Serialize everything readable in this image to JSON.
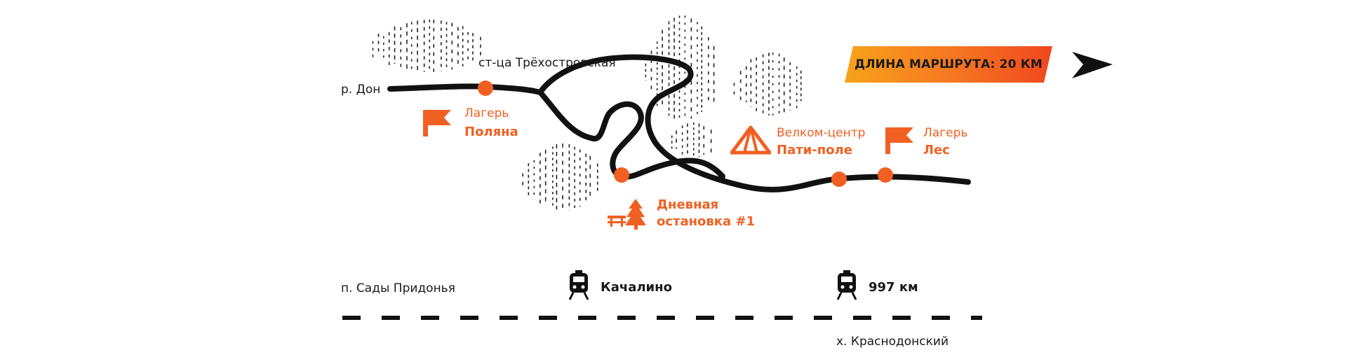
{
  "river": {
    "label": "р. Дон"
  },
  "places": {
    "stanitsa": "ст-ца Трёхостровская",
    "sady": "п. Сады Придонья",
    "krasnodonsky": "х. Краснодонский"
  },
  "points": [
    {
      "kind": "camp",
      "line1": "Лагерь",
      "line2": "Поляна",
      "icon": "flag-icon"
    },
    {
      "kind": "stop",
      "line1": "Дневная",
      "line2": "остановка #1",
      "icon": "picnic-tree-icon"
    },
    {
      "kind": "welcome",
      "line1": "Велком-центр",
      "line2": "Пати-поле",
      "icon": "tent-icon"
    },
    {
      "kind": "camp",
      "line1": "Лагерь",
      "line2": "Лес",
      "icon": "flag-icon"
    }
  ],
  "stations": [
    {
      "name": "Качалино",
      "icon": "train-icon"
    },
    {
      "name": "997 км",
      "icon": "train-icon"
    }
  ],
  "route": {
    "length_label": "ДЛИНА МАРШРУТА: 20 КМ",
    "direction_icon": "arrow-right-icon"
  },
  "colors": {
    "accent": "#f06022",
    "line": "#111111",
    "badge_start": "#f7a21a",
    "badge_end": "#f0471e"
  }
}
